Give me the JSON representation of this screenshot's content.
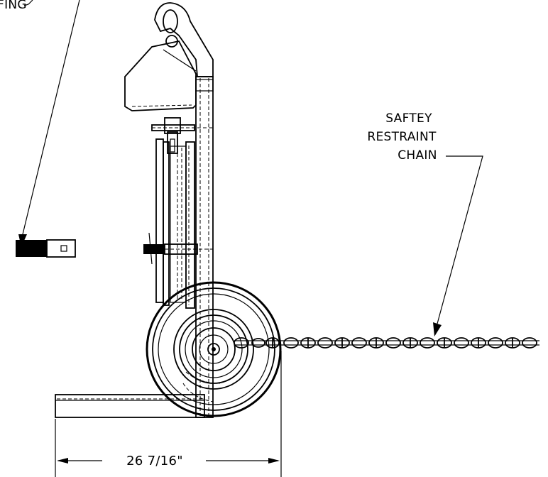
{
  "labels": {
    "top_left_fragment": "FING",
    "chain_line1": "SAFTEY",
    "chain_line2": "RESTRAINT",
    "chain_line3": "CHAIN",
    "dimension": "26 7/16\""
  }
}
